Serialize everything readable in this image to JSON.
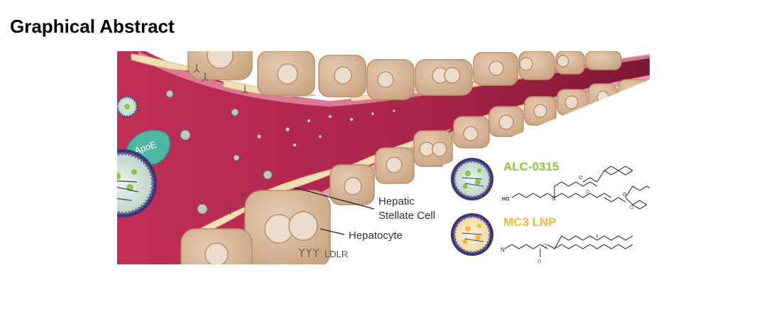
{
  "page": {
    "title": "Graphical Abstract"
  },
  "figure": {
    "labels": {
      "apoe": "ApoE",
      "hepatic_stellate_line1": "Hepatic",
      "hepatic_stellate_line2": "Stellate Cell",
      "hepatocyte": "Hepatocyte",
      "ldlr": "LDLR"
    },
    "legend": {
      "alc_title": "ALC-0315",
      "mc3_title": "MC3 LNP",
      "ho_label": "HO",
      "n_label": "N",
      "o_label": "O"
    },
    "colors": {
      "vessel": "#b92a4e",
      "vessel_dark": "#7d1733",
      "cell": "#d9b89a",
      "cell_edge": "#b88e6a",
      "nucleus": "#ecdccb",
      "stellate": "#f1dfb3",
      "alc_accent": "#8cc63f",
      "mc3_accent": "#f7b930",
      "apoe": "#4fb7a3",
      "lnp_shell": "#4a4478"
    }
  }
}
